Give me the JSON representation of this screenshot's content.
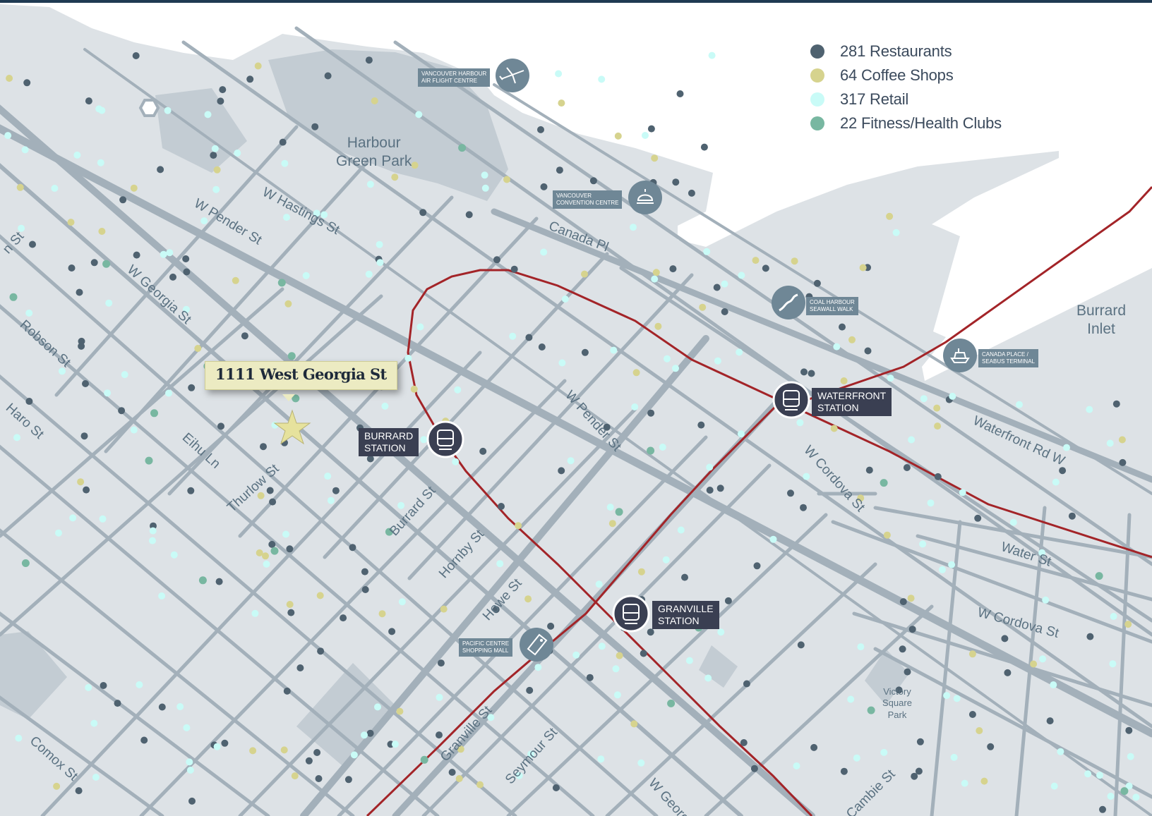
{
  "legend": [
    {
      "label": "281 Restaurants",
      "color": "#4f6270"
    },
    {
      "label": "64 Coffee Shops",
      "color": "#d6d38e"
    },
    {
      "label": "317 Retail",
      "color": "#c9fbf7"
    },
    {
      "label": "22 Fitness/Health Clubs",
      "color": "#78b7a1"
    }
  ],
  "property": {
    "label": "1111 West Georgia St"
  },
  "stations": {
    "burrard": "BURRARD\nSTATION",
    "waterfront": "WATERFRONT\nSTATION",
    "granville": "GRANVILLE\nSTATION"
  },
  "pois": {
    "airport": "VANCOUVER HARBOUR\nAIR FLIGHT CENTRE",
    "convention": "VANCOUVER\nCONVENTION CENTRE",
    "seawall": "COAL HARBOUR\nSEAWALL WALK",
    "canada_place": "CANADA PLACE /\nSEABUS TERMINAL",
    "pacific_centre": "PACIFIC CENTRE\nSHOPPING MALL"
  },
  "areas": {
    "harbour_green": "Harbour\nGreen Park",
    "burrard_inlet": "Burrard\nInlet",
    "victory_square": "Victory\nSquare\nPark"
  },
  "streets": {
    "w_hastings": "W Hastings St",
    "w_pender_nw": "W Pender St",
    "w_georgia_nw": "W Georgia St",
    "robson": "Robson St",
    "haro": "Haro St",
    "eihu": "Eihu Ln",
    "thurlow": "Thurlow St",
    "burrard": "Burrard St",
    "hornby": "Hornby St",
    "howe": "Howe St",
    "granville": "Granville St",
    "seymour": "Seymour St",
    "w_georgia_se": "W Georg",
    "cambie": "Cambie St",
    "canada_pl": "Canada Pl",
    "w_pender_e": "W Pender St",
    "w_cordova_n": "W Cordova St",
    "waterfront_rd": "Waterfront Rd W",
    "water": "Water St",
    "w_cordova_e": "W Cordova St",
    "comox": "Comox St",
    "edge_st": "n St"
  }
}
